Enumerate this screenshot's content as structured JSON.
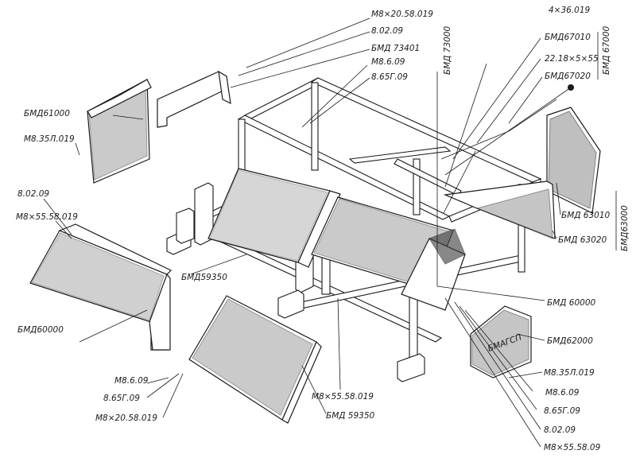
{
  "labels": {
    "m8_20_58_019_top": "М8×20.58.019",
    "p8_02_09_top": "8.02.09",
    "bmd73401": "БМД 73401",
    "m8_6_09_top": "М8.6.09",
    "p8_65g_09_top": "8.65Г.09",
    "bmd61000": "БМД61000",
    "m8_35l_019_left": "М8.35Л.019",
    "p8_02_09_left": "8.02.09",
    "m8_55_58_019_left": "М8×55.58.019",
    "bmd60000_left": "БМД60000",
    "bmd59350_center": "БМД59350",
    "m8_6_09_bottom": "М8.6.09",
    "p8_65g_09_bottom": "8.65Г.09",
    "m8_20_58_019_bottom": "М8×20.58.019",
    "m8_55_58_019_center": "М8×55.58.019",
    "bmd59350_bottom": "БМД 59350",
    "bmd73000": "БМД 73000",
    "p4_36_019": "4×36.019",
    "bmd67010": "БМД67010",
    "p22_18_5_55": "22.18×5×55",
    "bmd67020": "БМД67020",
    "bmd67000": "БМД 67000",
    "bmd63010": "БМД 63010",
    "bmd63020": "БМД 63020",
    "bmd63000": "БМД63000",
    "bmd60000_right": "БМД 60000",
    "bmd62000": "БМД62000",
    "m8_35l_019_right": "М8.35Л.019",
    "m8_6_09_right": "М8.6.09",
    "p8_65g_09_right": "8.65Г.09",
    "p8_02_09_right": "8.02.09",
    "m8_55_58_09_right": "М8×55.58.09",
    "plate_text": "БМАГСП"
  }
}
